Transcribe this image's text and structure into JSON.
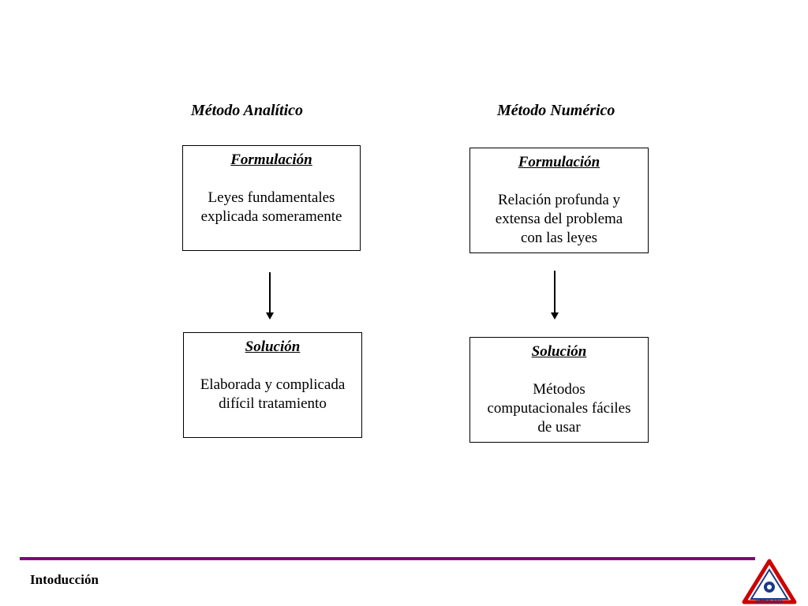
{
  "analitico": {
    "title": "Método Analítico",
    "formulacion": {
      "heading": "Formulación",
      "lines": [
        "Leyes fundamentales",
        "explicada someramente"
      ]
    },
    "solucion": {
      "heading": "Solución",
      "lines": [
        "Elaborada y complicada",
        "difícil tratamiento"
      ]
    }
  },
  "numerico": {
    "title": "Método Numérico",
    "formulacion": {
      "heading": "Formulación",
      "lines": [
        "Relación profunda y",
        "extensa del problema",
        "con las leyes"
      ]
    },
    "solucion": {
      "heading": "Solución",
      "lines": [
        "Métodos",
        "computacionales fáciles",
        "de usar"
      ]
    }
  },
  "footer": {
    "label": "Intoducción",
    "accent_color": "#800080",
    "logo_icon": "metrologia-logo-icon",
    "logo_text": "METROLOGIA"
  }
}
